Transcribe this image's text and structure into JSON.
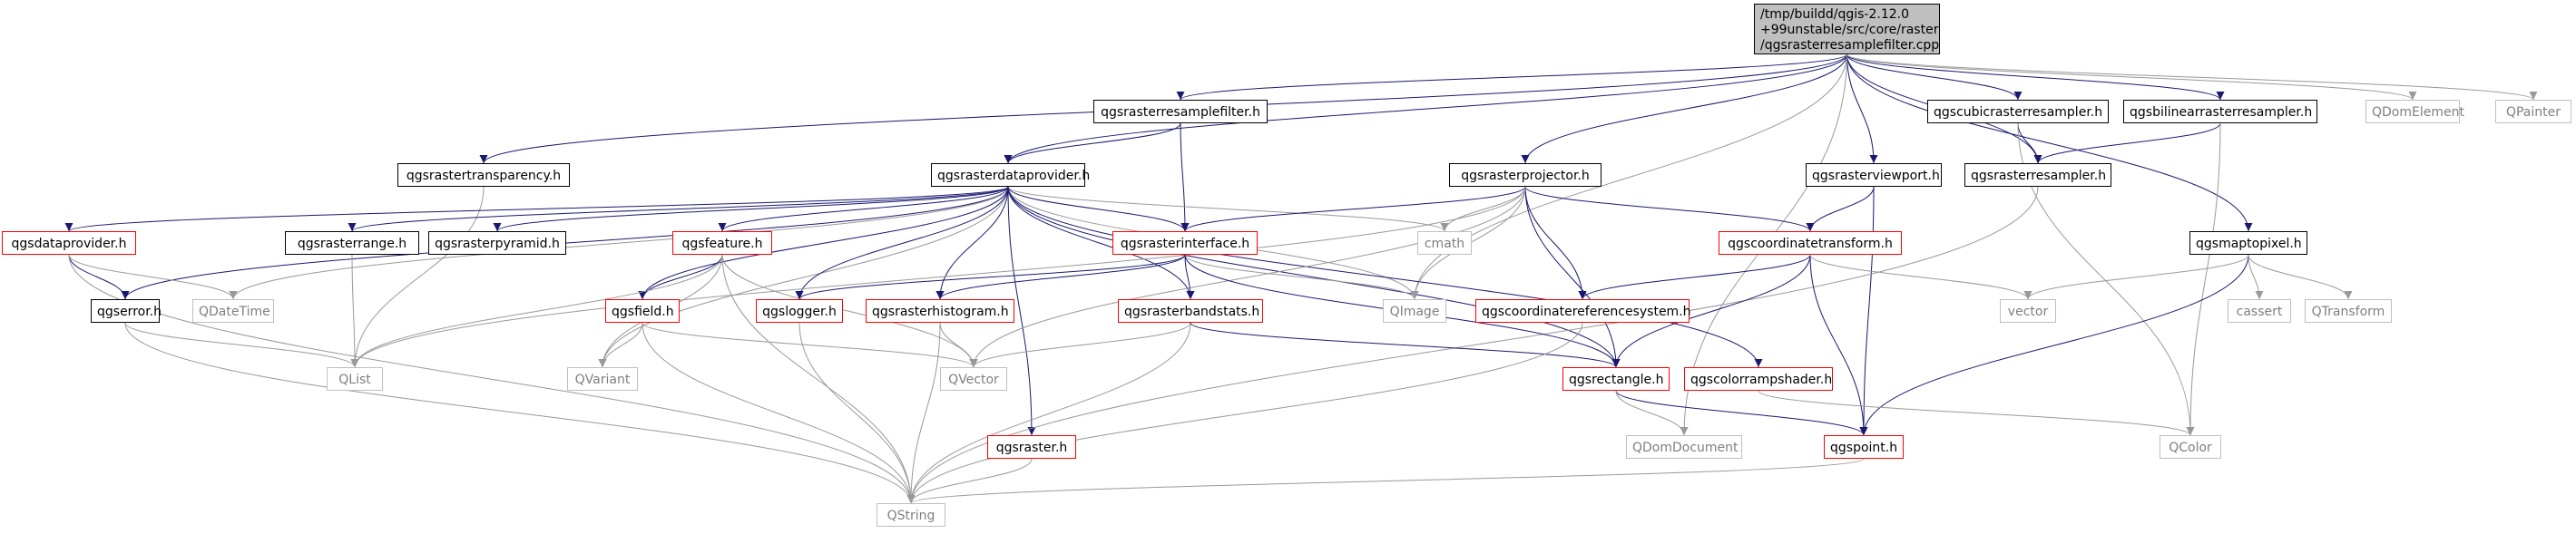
{
  "diagram": {
    "root": {
      "lines": [
        "/tmp/buildd/qgis-2.12.0",
        "+99unstable/src/core/raster",
        "/qgsrasterresamplefilter.cpp"
      ]
    },
    "nodes": {
      "qgsrasterdataprovider": "qgsrasterdataprovider.h",
      "qgsrasterresamplefilter": "qgsrasterresamplefilter.h",
      "qgsrastertransparency": "qgsrastertransparency.h",
      "qgsrasterprojector": "qgsrasterprojector.h",
      "qgscubicrasterresampler": "qgscubicrasterresampler.h",
      "qgsbilinearrasterresampler": "qgsbilinearrasterresampler.h",
      "qgsrasterviewport": "qgsrasterviewport.h",
      "qgsrasterresampler": "qgsrasterresampler.h",
      "qgsmaptopixel": "qgsmaptopixel.h",
      "qgsdataprovider": "qgsdataprovider.h",
      "qgsrasterrange": "qgsrasterrange.h",
      "qgsrasterpyramid": "qgsrasterpyramid.h",
      "qgsfeature": "qgsfeature.h",
      "qgsrasterinterface": "qgsrasterinterface.h",
      "qgscoordinatetransform": "qgscoordinatetransform.h",
      "qgserror": "qgserror.h",
      "qgsfield": "qgsfield.h",
      "qgslogger": "qgslogger.h",
      "qgsrasterhistogram": "qgsrasterhistogram.h",
      "qgsrasterbandstats": "qgsrasterbandstats.h",
      "qgscoordinatereferencesystem": "qgscoordinatereferencesystem.h",
      "qgsrectangle": "qgsrectangle.h",
      "qgscolorrampshader": "qgscolorrampshader.h",
      "qgsraster": "qgsraster.h",
      "qgspoint": "qgspoint.h",
      "QDomElement": "QDomElement",
      "QPainter": "QPainter",
      "cmath": "cmath",
      "QDateTime": "QDateTime",
      "QImage": "QImage",
      "vector": "vector",
      "cassert": "cassert",
      "QTransform": "QTransform",
      "QList": "QList",
      "QVariant": "QVariant",
      "QVector": "QVector",
      "QDomDocument": "QDomDocument",
      "QColor": "QColor",
      "QString": "QString"
    }
  }
}
